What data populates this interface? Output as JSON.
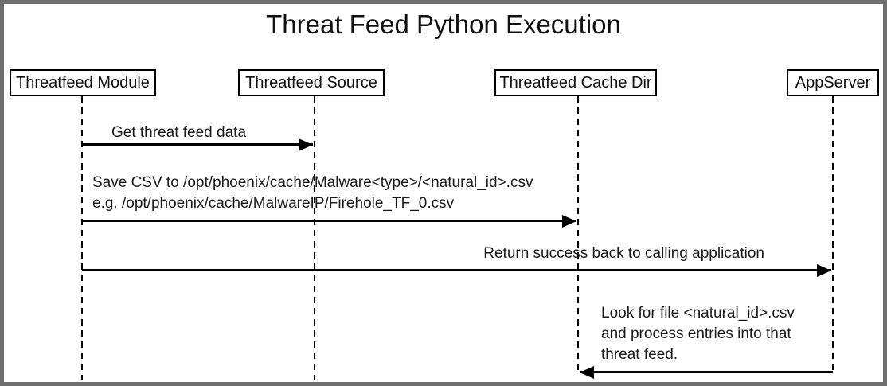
{
  "title": "Threat Feed Python Execution",
  "colors": {
    "frame_border": "#6e6e6e",
    "ink": "#000000",
    "background": "#ffffff"
  },
  "actors": [
    {
      "label": "Threatfeed Module"
    },
    {
      "label": "Threatfeed Source"
    },
    {
      "label": "Threatfeed Cache Dir"
    },
    {
      "label": "AppServer"
    }
  ],
  "messages": [
    {
      "from": "Threatfeed Module",
      "to": "Threatfeed Source",
      "direction": "right",
      "lines": [
        "Get threat feed data"
      ]
    },
    {
      "from": "Threatfeed Module",
      "to": "Threatfeed Cache Dir",
      "direction": "right",
      "lines": [
        "Save CSV to /opt/phoenix/cache/Malware<type>/<natural_id>.csv",
        "e.g. /opt/phoenix/cache/MalwareIP/Firehole_TF_0.csv"
      ]
    },
    {
      "from": "Threatfeed Module",
      "to": "AppServer",
      "direction": "right",
      "lines": [
        "Return success back to calling application"
      ]
    },
    {
      "from": "AppServer",
      "to": "Threatfeed Cache Dir",
      "direction": "left",
      "lines": [
        "Look for file <natural_id>.csv",
        "and process entries into that",
        "threat feed."
      ]
    }
  ]
}
